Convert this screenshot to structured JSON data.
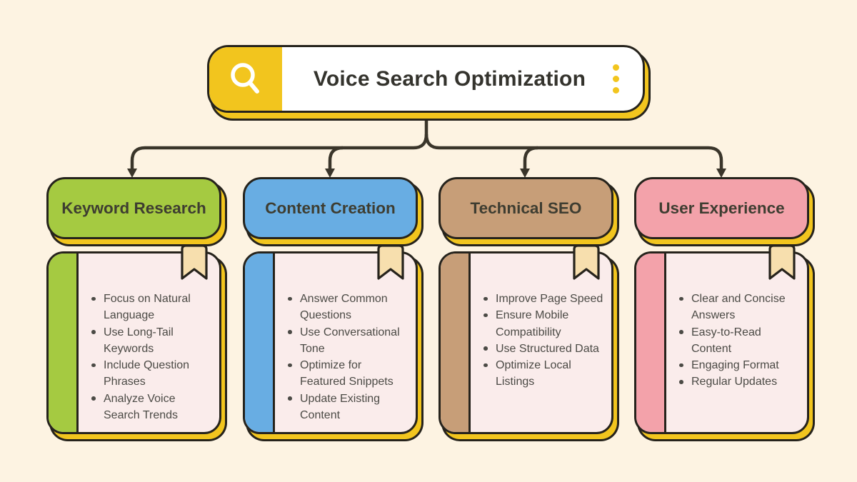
{
  "search_bar": {
    "title": "Voice Search Optimization",
    "search_icon": "magnifier",
    "menu_icon": "kebab-dots-vertical",
    "accent_color": "#f2c51e"
  },
  "colors": {
    "background": "#fdf3e2",
    "outline": "#26231c",
    "connector": "#3a352a",
    "card_body": "#faeceb",
    "bookmark": "#f7dfae",
    "shadow": "#f2c51e"
  },
  "branches": [
    {
      "title": "Keyword Research",
      "color": "#a5ca41",
      "items": [
        "Focus on Natural\nLanguage",
        "Use Long-Tail\nKeywords",
        "Include Question\nPhrases",
        "Analyze Voice\nSearch Trends"
      ]
    },
    {
      "title": "Content Creation",
      "color": "#68ade3",
      "items": [
        "Answer Common\nQuestions",
        "Use Conversational\nTone",
        "Optimize for\nFeatured Snippets",
        "Update Existing\nContent"
      ]
    },
    {
      "title": "Technical SEO",
      "color": "#c79e78",
      "items": [
        "Improve Page Speed",
        "Ensure Mobile\nCompatibility",
        "Use Structured Data",
        "Optimize Local\nListings"
      ]
    },
    {
      "title": "User Experience",
      "color": "#f3a2aa",
      "items": [
        "Clear and Concise\nAnswers",
        "Easy-to-Read\nContent",
        "Engaging Format",
        "Regular Updates"
      ]
    }
  ]
}
